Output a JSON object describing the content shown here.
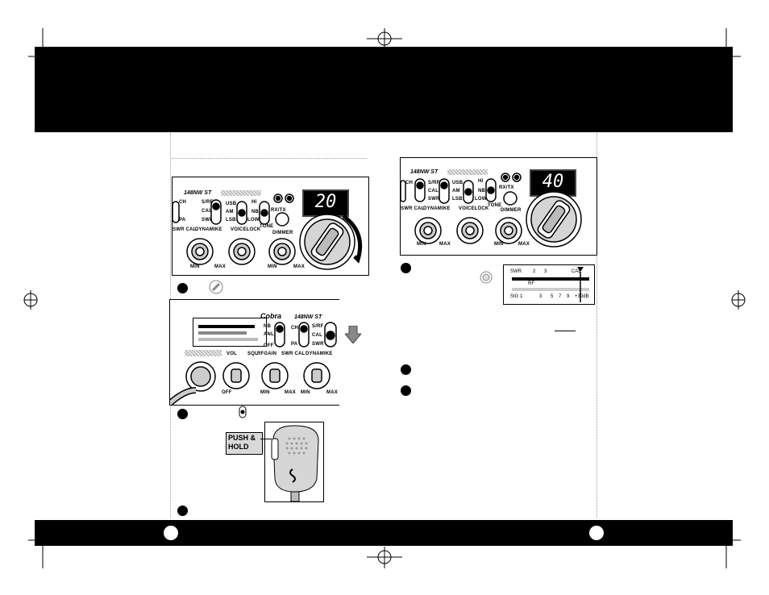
{
  "top_left": {
    "channel_display": "20",
    "model_label": "148NW ST",
    "labels": [
      "CH",
      "PA",
      "S/RF",
      "CAL",
      "SWR",
      "USB",
      "AM",
      "LSB",
      "HI",
      "NB",
      "LOW",
      "TONE",
      "RX/TX",
      "SWR CAL",
      "DYNAMIKE",
      "VOICELOCK",
      "DIMMER",
      "MIN",
      "MAX"
    ]
  },
  "mid_left": {
    "brand": "Cobra",
    "model_label": "148NW ST",
    "labels": [
      "NB",
      "ANL",
      "OFF",
      "CH",
      "PA",
      "S/RF",
      "CAL",
      "SWR",
      "VOL",
      "SQL",
      "RFGAIN",
      "SWR CAL",
      "DYNAMIKE",
      "OFF",
      "MIN",
      "MAX"
    ]
  },
  "microphone": {
    "callout": "PUSH &\nHOLD"
  },
  "top_right": {
    "channel_display": "40",
    "model_label": "148NW ST",
    "labels": [
      "CH",
      "S/RF",
      "CAL",
      "SWR",
      "USB",
      "AM",
      "LSB",
      "HI",
      "NB",
      "LOW",
      "TONE",
      "RX/TX",
      "SWR CAL",
      "DYNAMIKE",
      "VOICELOCK",
      "DIMMER",
      "MIN",
      "MAX"
    ]
  },
  "meter": {
    "top_row": [
      "SWR",
      "2",
      "3",
      "CAL"
    ],
    "mid_row": "RF",
    "bottom_row": [
      "SIG 1",
      "3",
      "5",
      "7",
      "9",
      "+30dB"
    ]
  }
}
